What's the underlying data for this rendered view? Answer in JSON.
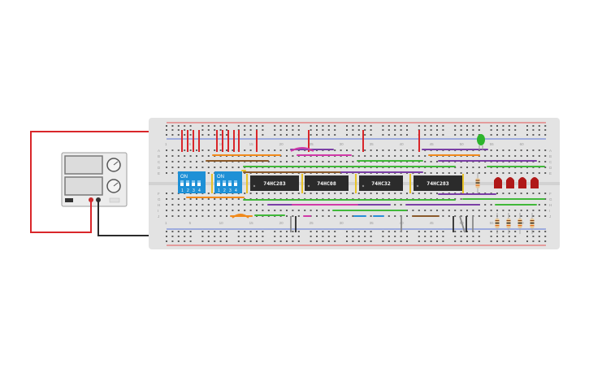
{
  "breadboard": {
    "row_letters_top": [
      "A",
      "B",
      "C",
      "D",
      "E"
    ],
    "row_letters_bottom": [
      "F",
      "G",
      "H",
      "I",
      "J"
    ],
    "column_numbers": [
      "1",
      "5",
      "10",
      "15",
      "20",
      "25",
      "30",
      "35",
      "40",
      "45",
      "50",
      "55",
      "60"
    ]
  },
  "chips": [
    {
      "id": "chip1",
      "label": "74HC283"
    },
    {
      "id": "chip2",
      "label": "74HC08"
    },
    {
      "id": "chip3",
      "label": "74HC32"
    },
    {
      "id": "chip4",
      "label": "74HC283"
    }
  ],
  "dip_switches": [
    {
      "id": "dip1",
      "label": "ON",
      "numbers": [
        "1",
        "2",
        "3",
        "4"
      ]
    },
    {
      "id": "dip2",
      "label": "ON",
      "numbers": [
        "1",
        "2",
        "3",
        "4"
      ]
    }
  ],
  "colors": {
    "board": "#e3e3e3",
    "board_dark": "#d2d2d2",
    "hole": "#5e5e5e",
    "power_red": "#e62525",
    "power_blue": "#2a4fd6",
    "chip": "#2b2b2b",
    "dip": "#1e90d6",
    "led_red": "#b01818",
    "led_green": "#2db52d",
    "wire_red": "#d9262a",
    "wire_black": "#2b2b2b",
    "wire_orange": "#f08a1c",
    "wire_green": "#41b83a",
    "wire_purple": "#7b3fa6",
    "wire_magenta": "#d13aa8",
    "wire_yellow": "#e8c227",
    "wire_brown": "#8b5a2b",
    "wire_blue": "#2a8fd6",
    "wire_gray": "#8a8a8a"
  },
  "icons": [
    "power-supply-icon",
    "dip-switch-icon",
    "ic-chip-icon",
    "led-icon",
    "resistor-icon",
    "wire-icon"
  ]
}
